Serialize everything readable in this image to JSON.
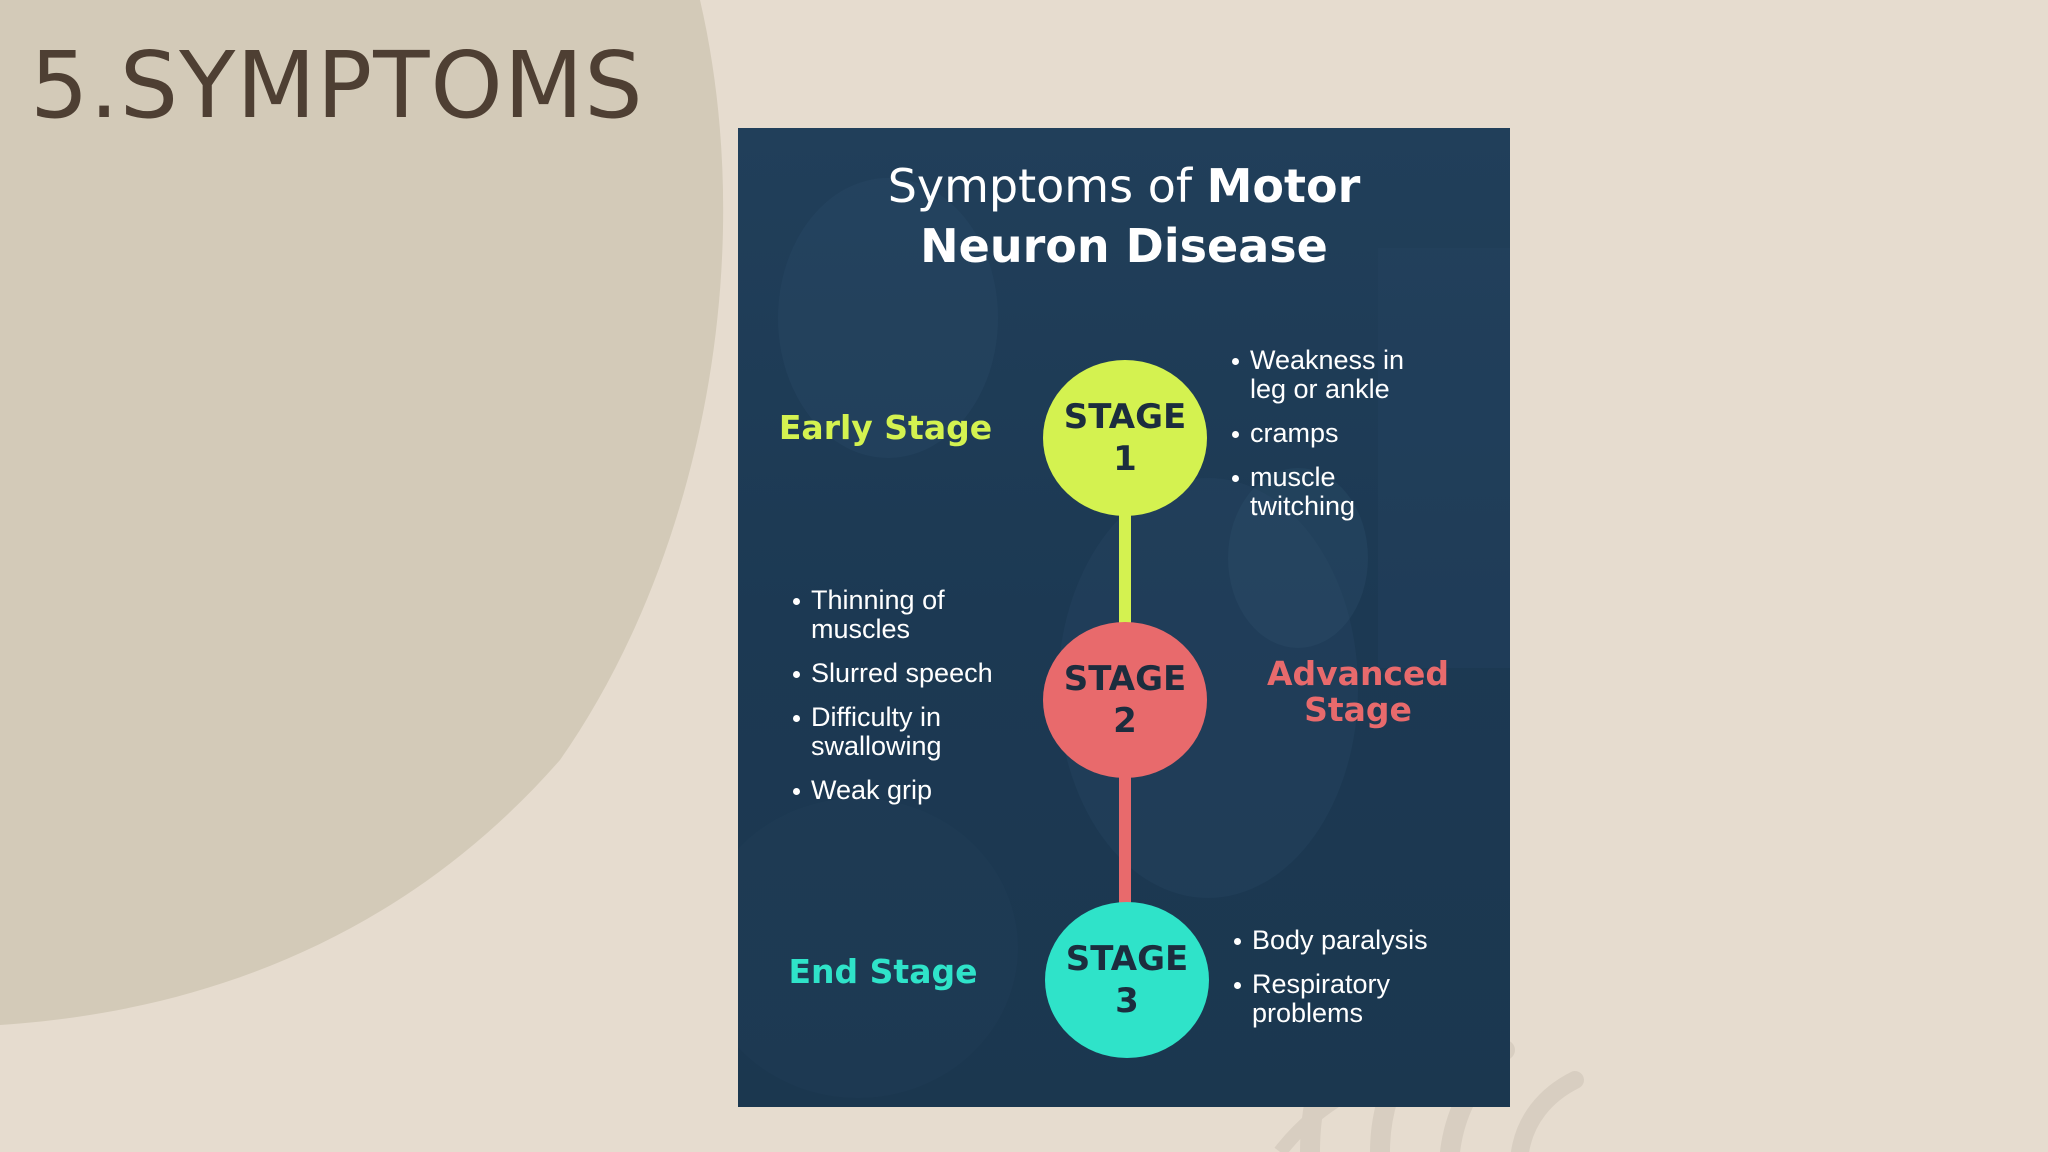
{
  "slide": {
    "title": "5.SYMPTOMS",
    "colors": {
      "background": "#e6dccf",
      "blob": "#d3cab8",
      "title_text": "#4e3f33"
    }
  },
  "infographic": {
    "title_regular": "Symptoms of ",
    "title_bold_1": "Motor",
    "title_bold_2": "Neuron Disease",
    "colors": {
      "panel": "#1d3a55",
      "stage1": "#d4f250",
      "stage2": "#e86a6c",
      "stage3": "#2fe3c9"
    },
    "stages": [
      {
        "word": "STAGE",
        "number": "1",
        "label": "Early Stage",
        "symptoms": [
          "Weakness in leg or ankle",
          "cramps",
          "muscle twitching"
        ]
      },
      {
        "word": "STAGE",
        "number": "2",
        "label": "Advanced Stage",
        "symptoms": [
          "Thinning of muscles",
          "Slurred speech",
          "Difficulty in swallowing",
          "Weak grip"
        ]
      },
      {
        "word": "STAGE",
        "number": "3",
        "label": "End Stage",
        "symptoms": [
          "Body paralysis",
          "Respiratory problems"
        ]
      }
    ]
  }
}
